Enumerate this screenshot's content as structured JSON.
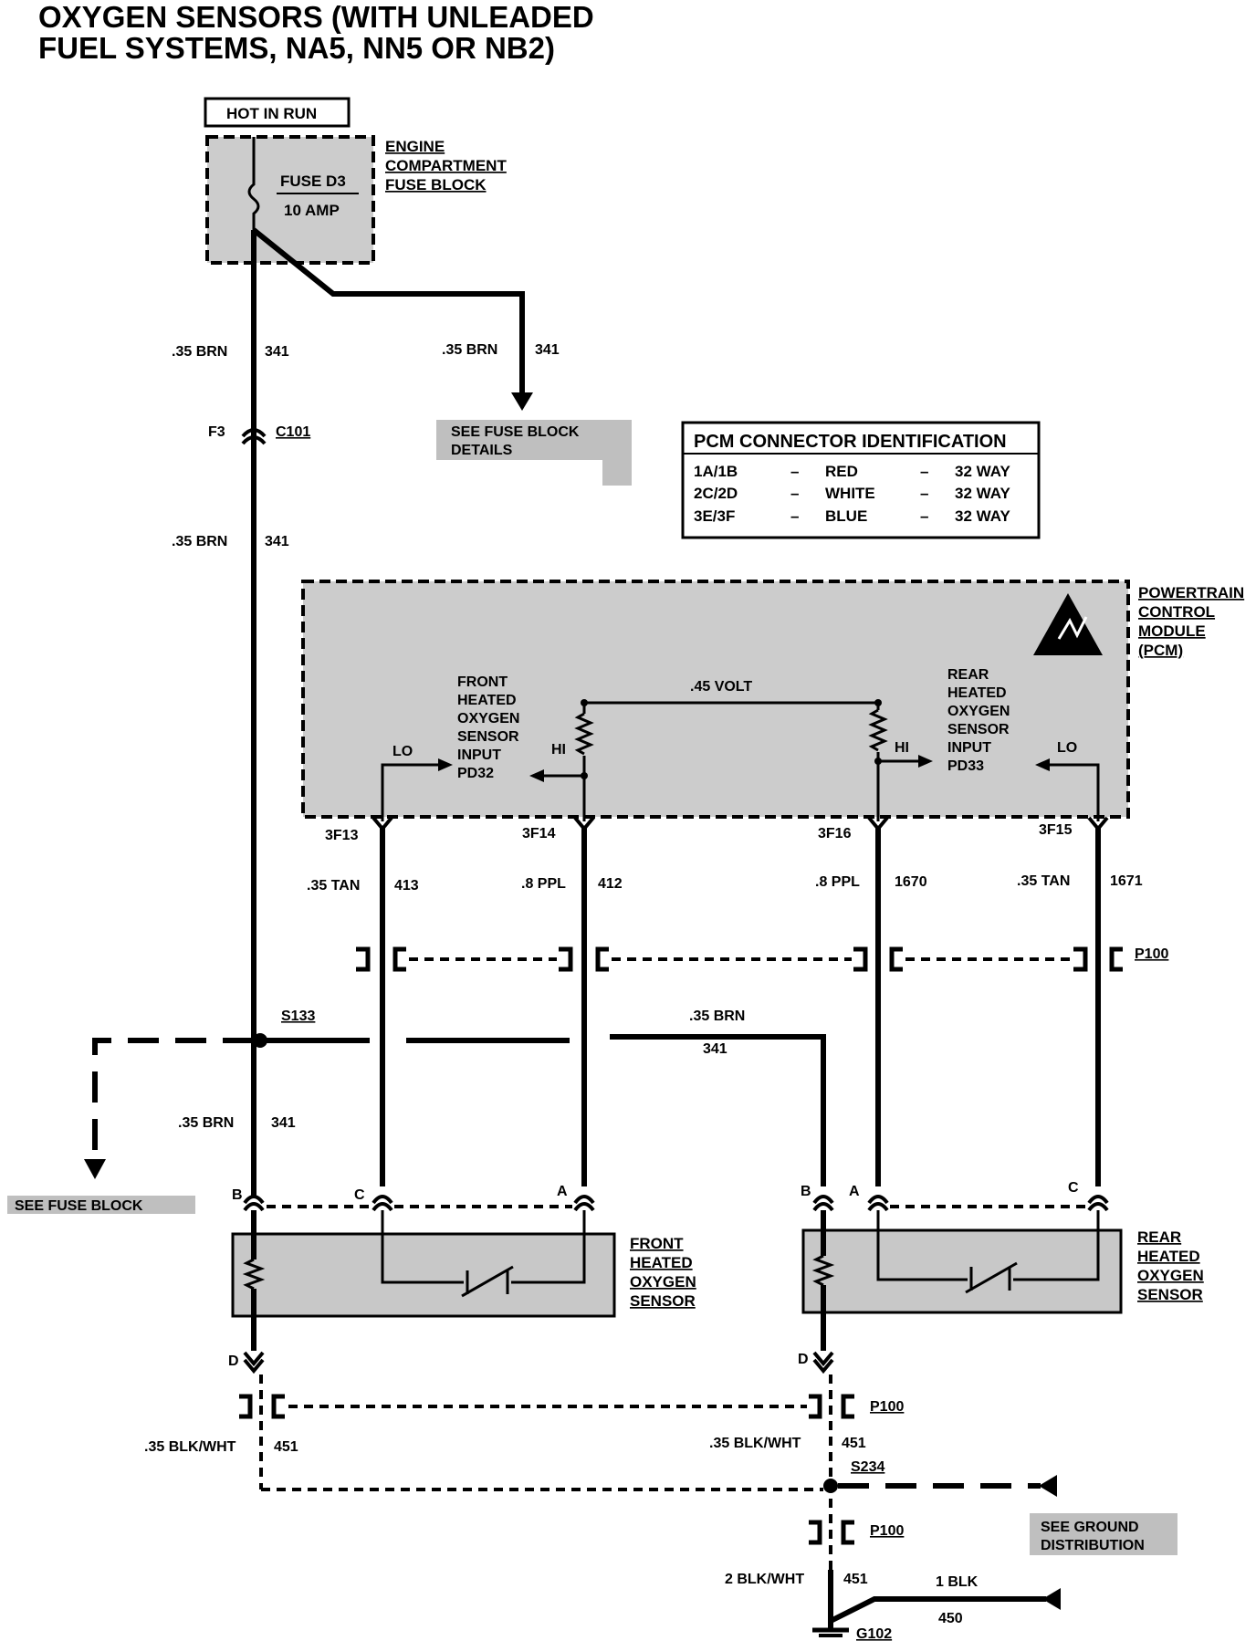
{
  "title": {
    "line1": "OXYGEN SENSORS (WITH UNLEADED",
    "line2": "FUEL SYSTEMS, NA5, NN5 OR NB2)"
  },
  "power": {
    "hot_in_run": "HOT IN RUN",
    "fuse_name": "FUSE D3",
    "fuse_rating": "10 AMP",
    "fuse_block_label": [
      "ENGINE",
      "COMPARTMENT",
      "FUSE BLOCK"
    ]
  },
  "wires": {
    "brn": ".35 BRN",
    "brn_circuit": "341",
    "tan_front": ".35 TAN",
    "tan_front_circuit": "413",
    "ppl_front": ".8 PPL",
    "ppl_front_circuit": "412",
    "ppl_rear": ".8 PPL",
    "ppl_rear_circuit": "1670",
    "tan_rear": ".35 TAN",
    "tan_rear_circuit": "1671",
    "blkwht": ".35 BLK/WHT",
    "blkwht_circuit": "451",
    "blkwht_main": "2 BLK/WHT",
    "blk": "1 BLK",
    "blk_circuit": "450"
  },
  "connectors": {
    "c101_pin": "F3",
    "c101": "C101",
    "p100": "P100",
    "s133": "S133",
    "s234": "S234",
    "g102": "G102",
    "pins": {
      "f13": "3F13",
      "f14": "3F14",
      "f16": "3F16",
      "f15": "3F15"
    },
    "sensor_pins": {
      "a": "A",
      "b": "B",
      "c": "C",
      "d": "D"
    }
  },
  "refs": {
    "fuse_details": [
      "SEE FUSE BLOCK",
      "DETAILS"
    ],
    "fuse_block": "SEE FUSE BLOCK",
    "ground": [
      "SEE GROUND",
      "DISTRIBUTION"
    ]
  },
  "pcm_table": {
    "header": "PCM CONNECTOR IDENTIFICATION",
    "rows": [
      {
        "pins": "1A/1B",
        "color": "RED",
        "size": "32 WAY"
      },
      {
        "pins": "2C/2D",
        "color": "WHITE",
        "size": "32 WAY"
      },
      {
        "pins": "3E/3F",
        "color": "BLUE",
        "size": "32 WAY"
      }
    ],
    "dash": "–"
  },
  "pcm": {
    "label": [
      "POWERTRAIN",
      "CONTROL",
      "MODULE",
      "(PCM)"
    ],
    "volt": ".45 VOLT",
    "front_input": [
      "FRONT",
      "HEATED",
      "OXYGEN",
      "SENSOR",
      "INPUT",
      "PD32"
    ],
    "rear_input": [
      "REAR",
      "HEATED",
      "OXYGEN",
      "SENSOR",
      "INPUT",
      "PD33"
    ],
    "hi": "HI",
    "lo": "LO"
  },
  "sensors": {
    "front": [
      "FRONT",
      "HEATED",
      "OXYGEN",
      "SENSOR"
    ],
    "rear": [
      "REAR",
      "HEATED",
      "OXYGEN",
      "SENSOR"
    ]
  }
}
